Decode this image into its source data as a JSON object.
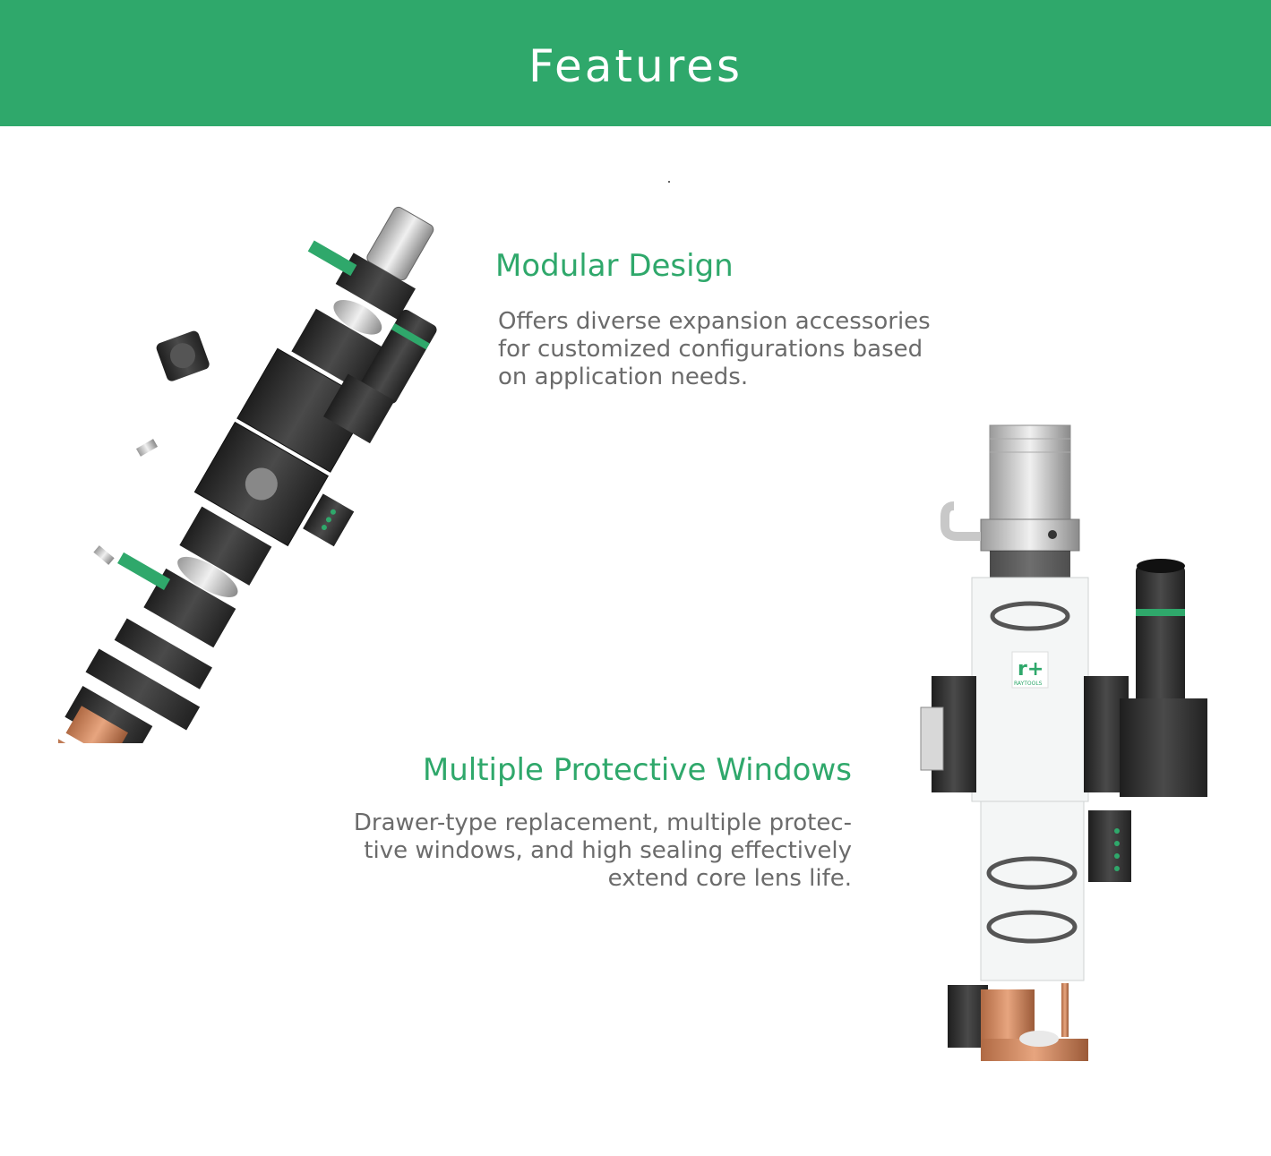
{
  "header": {
    "title": "Features"
  },
  "features": [
    {
      "title": "Modular Design",
      "description": "Offers diverse expansion accessories\nfor customized configurations based\non application needs."
    },
    {
      "title": "Multiple Protective Windows",
      "description": "Drawer-type replacement, multiple protec-\ntive windows, and high sealing effectively\nextend core lens life."
    }
  ],
  "product_logo": {
    "mark": "r+",
    "text": "RAYTOOLS"
  },
  "colors": {
    "brand_green": "#2fa86b",
    "text_gray": "#6b6b6b"
  }
}
